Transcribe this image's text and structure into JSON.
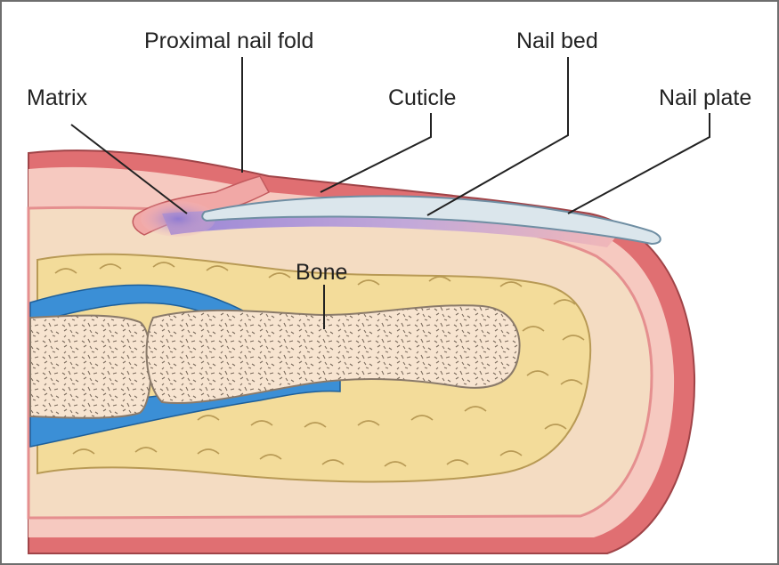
{
  "labels": {
    "proximal_nail_fold": "Proximal nail fold",
    "matrix": "Matrix",
    "nail_bed": "Nail bed",
    "cuticle": "Cuticle",
    "nail_plate": "Nail plate",
    "bone": "Bone"
  },
  "colors": {
    "skin_outer": "#e06f72",
    "skin_inner": "#f6c9c0",
    "dermis": "#f4dcc2",
    "fat": "#f3dc9a",
    "fat_outline": "#b89a55",
    "bone": "#f7e4d0",
    "bone_outline": "#8a7a6a",
    "tendon": "#3b8fd6",
    "nail_plate": "#dbe6ec",
    "nail_bed": "#b9a5db",
    "matrix": "#9a86d6",
    "leader": "#222222",
    "frame": "#6e6e6e"
  }
}
